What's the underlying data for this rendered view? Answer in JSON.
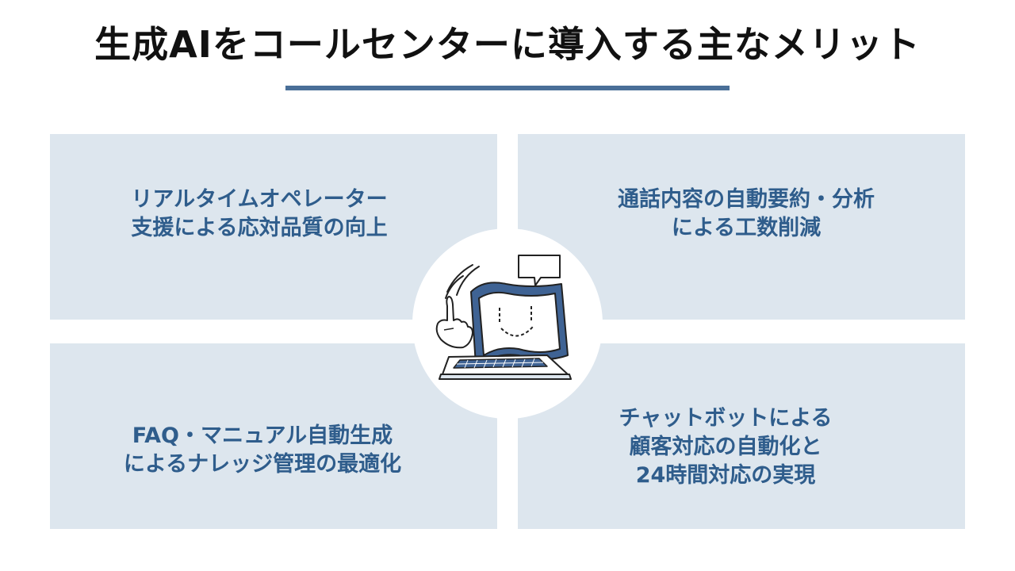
{
  "title": "生成AIをコールセンターに導入する主なメリット",
  "cards": [
    {
      "line1": "リアルタイムオペレーター",
      "line2": "支援による応対品質の向上"
    },
    {
      "line1": "通話内容の自動要約・分析",
      "line2": "による工数削減"
    },
    {
      "line1": "FAQ・マニュアル自動生成",
      "line2": "によるナレッジ管理の最適化"
    },
    {
      "line1": "チャットボットによる",
      "line2": "顧客対応の自動化と",
      "line3": "24時間対応の実現"
    }
  ],
  "colors": {
    "accent": "#4a6f98",
    "card_bg": "#dde6ee",
    "card_text": "#2f5d8c",
    "title_text": "#111111"
  },
  "illustration": {
    "icon": "ai-computer-icon"
  }
}
